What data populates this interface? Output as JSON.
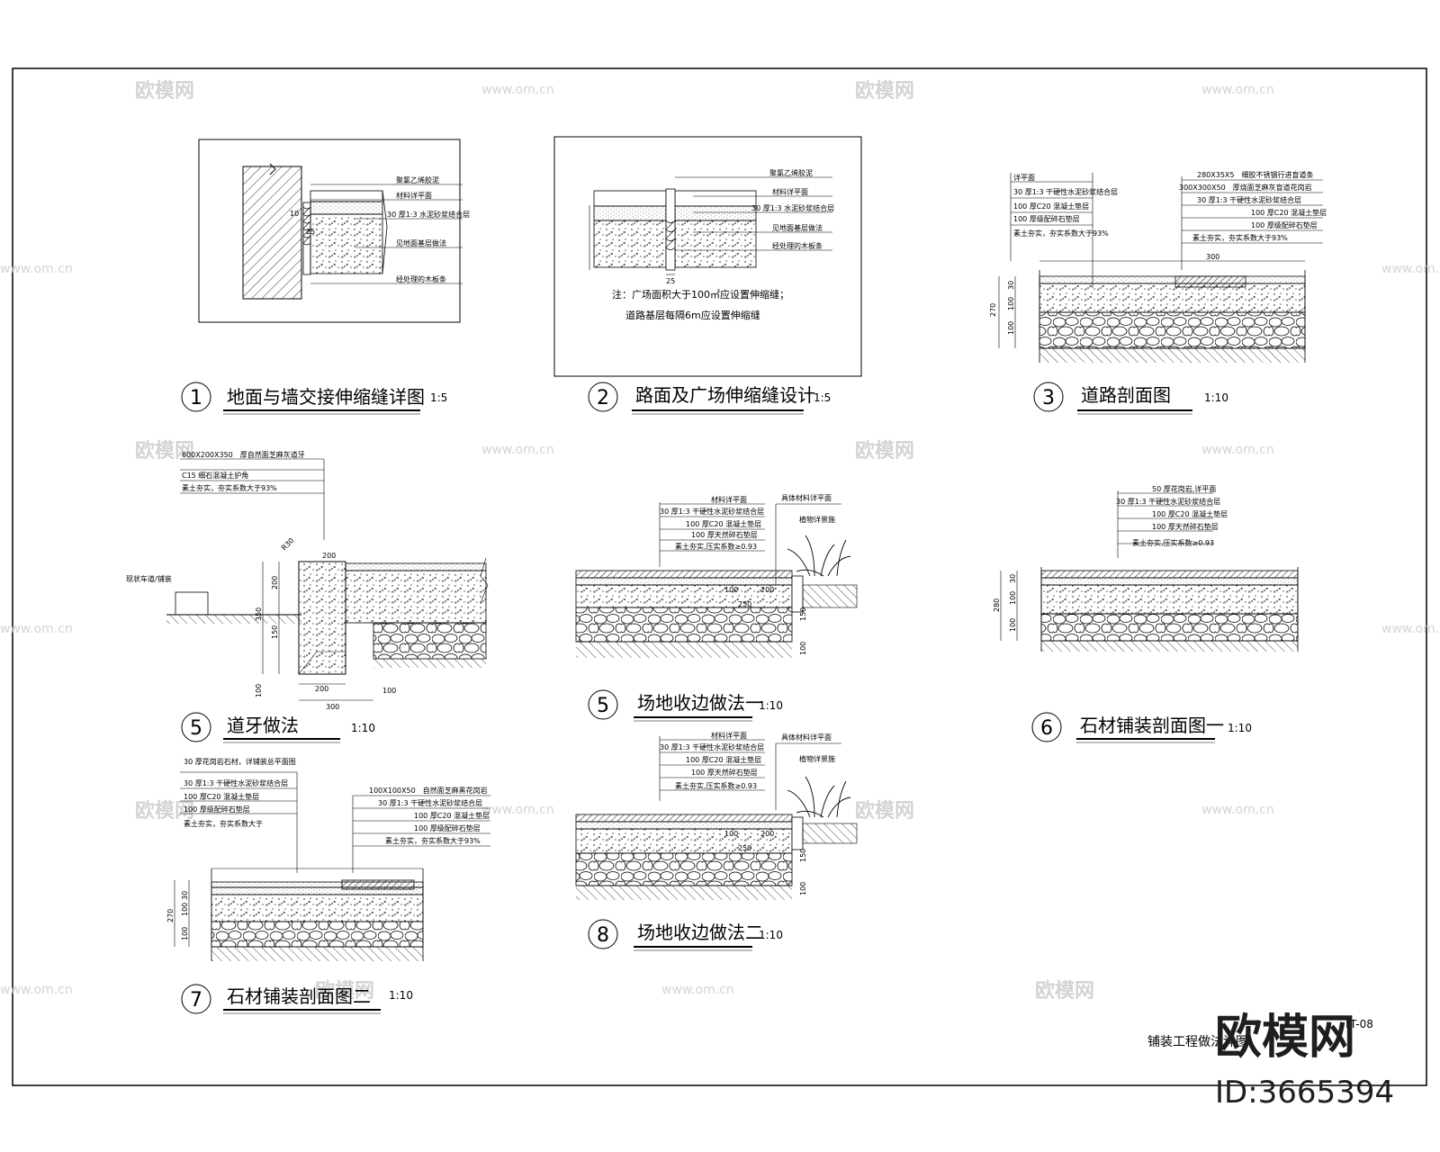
{
  "details": [
    {
      "no": "1",
      "title": "地面与墙交接伸缩缝详图",
      "scale": "1:5",
      "labels": [
        "聚氯乙烯胶泥",
        "材料详平面",
        "30 厚1:3 水泥砂浆结合层",
        "见地面基层做法",
        "经处理的木板条"
      ]
    },
    {
      "no": "2",
      "title": "路面及广场伸缩缝设计",
      "scale": "1:5",
      "labels": [
        "聚氯乙烯胶泥",
        "材料详平面",
        "30 厚1:3 水泥砂浆结合层",
        "见地面基层做法",
        "经处理的木板条"
      ],
      "notes": [
        "注：广场面积大于100㎡应设置伸缩缝；",
        "道路基层每隔6m应设置伸缩缝"
      ]
    },
    {
      "no": "3",
      "title": "道路剖面图",
      "scale": "1:10",
      "labels_left": [
        "详平面",
        "30 厚1:3 干硬性水泥砂浆结合层",
        "100 厚C20 混凝土垫层",
        "100 厚级配碎石垫层",
        "素土夯实，夯实系数大于93%"
      ],
      "labels_right": [
        "280X35X5　细胶不锈钢行进盲道条",
        "300X300X50　厚烧面芝麻灰盲道花岗岩",
        "30 厚1:3 干硬性水泥砂浆结合层",
        "100 厚C20 混凝土垫层",
        "100 厚级配碎石垫层",
        "素土夯实，夯实系数大于93%"
      ]
    },
    {
      "no": "5",
      "title": "道牙做法",
      "scale": "1:10",
      "labels": [
        "600X200X350　厚自然面芝麻灰道牙",
        "C15 细石混凝土护角",
        "素土夯实，夯实系数大于93%"
      ],
      "side_label": "现状车道/铺装"
    },
    {
      "no": "5",
      "title": "场地收边做法一",
      "scale": "1:10",
      "labels": [
        "材料详平面",
        "30 厚1:3 干硬性水泥砂浆结合层",
        "100 厚C20 混凝土垫层",
        "100 厚天然碎石垫层",
        "素土夯实,压实系数≥0.93"
      ],
      "side_labels": [
        "具体材料详平面",
        "植物详景施"
      ]
    },
    {
      "no": "6",
      "title": "石材铺装剖面图一",
      "scale": "1:10",
      "labels": [
        "50 厚花岗岩,详平面",
        "30 厚1:3 干硬性水泥砂浆结合层",
        "100 厚C20 混凝土垫层",
        "100 厚天然碎石垫层",
        "素土夯实,压实系数≥0.93"
      ]
    },
    {
      "no": "7",
      "title": "石材铺装剖面图二",
      "scale": "1:10",
      "labels_left": [
        "30 厚花岗岩石材，详铺装总平面图",
        "30 厚1:3 干硬性水泥砂浆结合层",
        "100 厚C20 混凝土垫层",
        "100 厚级配碎石垫层",
        "素土夯实，夯实系数大于"
      ],
      "labels_right": [
        "100X100X50　自然面芝麻黑花岗岩",
        "30 厚1:3 干硬性水泥砂浆结合层",
        "100 厚C20 混凝土垫层",
        "100 厚级配碎石垫层",
        "素土夯实，夯实系数大于93%"
      ]
    },
    {
      "no": "8",
      "title": "场地收边做法二",
      "scale": "1:10",
      "labels": [
        "材料详平面",
        "30 厚1:3 干硬性水泥砂浆结合层",
        "100 厚C20 混凝土垫层",
        "100 厚天然碎石垫层",
        "素土夯实,压实系数≥0.93"
      ],
      "side_labels": [
        "具体材料详平面",
        "植物详景施"
      ]
    }
  ],
  "title_block": {
    "sheet_title": "铺装工程做法详图",
    "sheet_no": "LT-08"
  },
  "watermark": {
    "brand": "欧模网",
    "url": "www.om.cn",
    "id": "ID:3665394"
  }
}
